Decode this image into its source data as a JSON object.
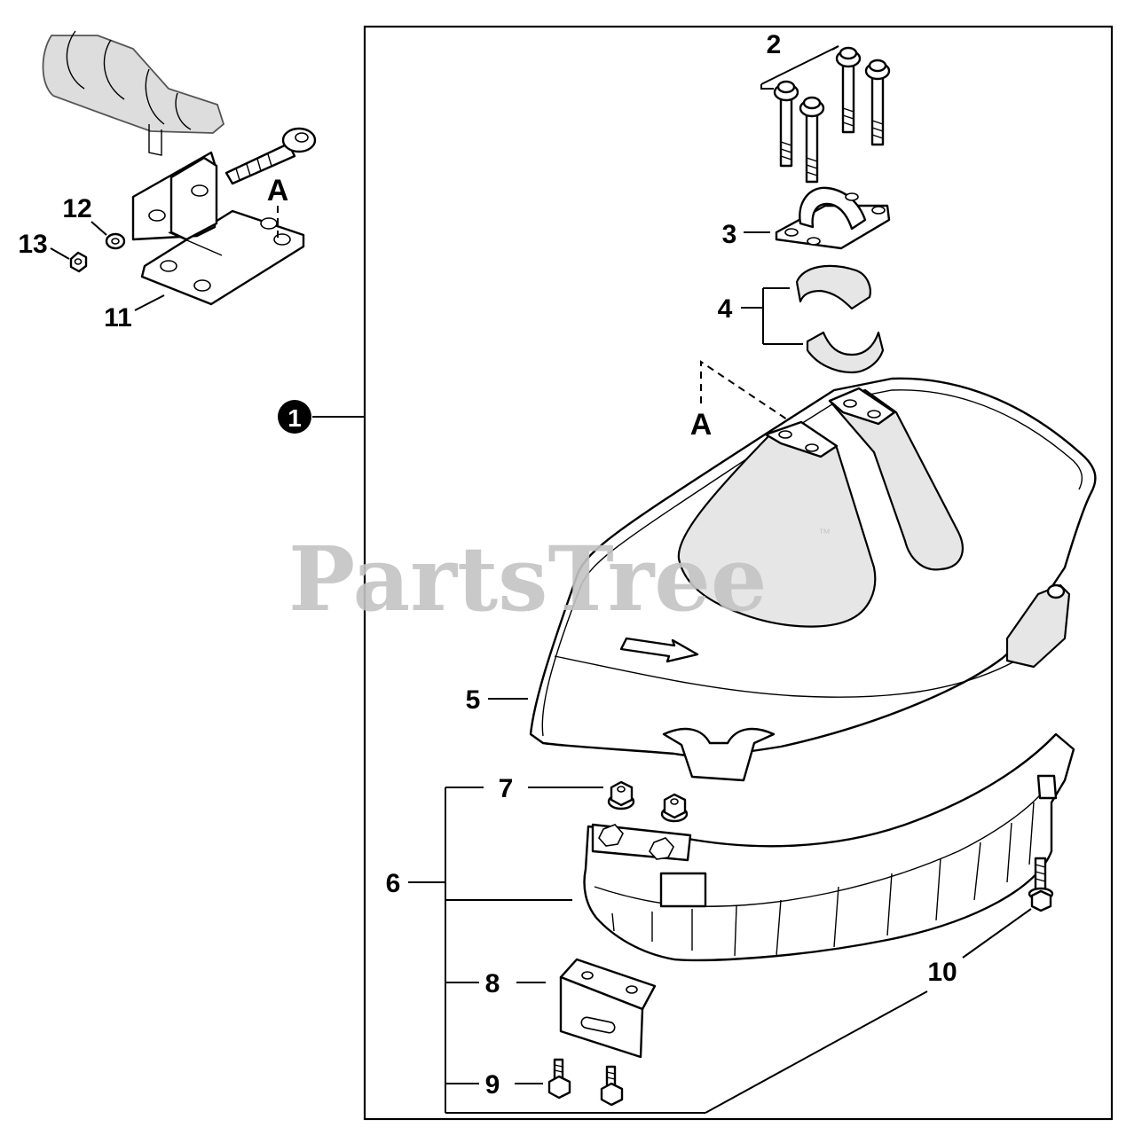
{
  "watermark": {
    "text": "PartsTree",
    "trademark": "™"
  },
  "callouts": {
    "c1": "1",
    "c2": "2",
    "c3": "3",
    "c4": "4",
    "c5": "5",
    "c6": "6",
    "c7": "7",
    "c8": "8",
    "c9": "9",
    "c10": "10",
    "c11": "11",
    "c12": "12",
    "c13": "13",
    "ref_a_bracket": "A",
    "ref_a_shield": "A"
  }
}
